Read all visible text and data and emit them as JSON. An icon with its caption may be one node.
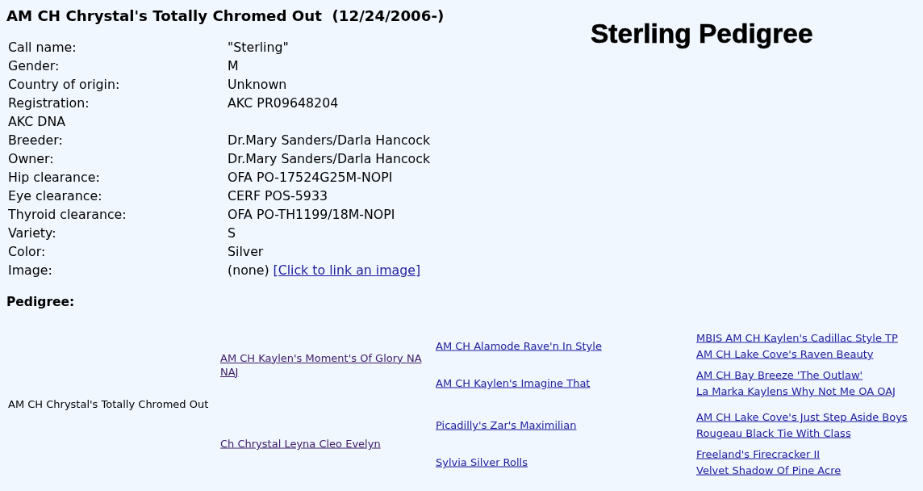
{
  "diagram": {
    "title": "AM CH Chrystal's Totally Chromed Out  (12/24/2006-)",
    "labels": [
      "Sterling Pedigree",
      "Call name:",
      "\"Sterling\"",
      "Gender:",
      "M",
      "Country of origin:",
      "Unknown",
      "Registration:",
      "AKC PR09648204",
      "AKC DNA",
      "Breeder:",
      "Dr.Mary Sanders/Darla Hancock",
      "Owner:",
      "Dr.Mary Sanders/Darla Hancock",
      "Hip clearance:",
      "OFA PO-17524G25M-NOPI",
      "Eye clearance:",
      "CERF POS-5933",
      "Thyroid clearance:",
      "OFA PO-TH1199/18M-NOPI",
      "Variety:",
      "S",
      "Color:",
      "Silver",
      "Image:",
      "(none)",
      "[Click to link an image]",
      "Pedigree:",
      "AM CH Chrystal's Totally Chromed Out",
      "AM CH Kaylen's Moment's Of Glory NA NAJ",
      "AM CH Alamode Rave'n In Style",
      "MBIS AM CH Kaylen's Cadillac Style TP",
      "AM CH Lake Cove's Raven Beauty",
      "AM CH Kaylen's Imagine That",
      "AM CH Bay Breeze 'The Outlaw'",
      "La Marka Kaylens Why Not Me OA OAJ",
      "Ch Chrystal Leyna Cleo Evelyn",
      "Picadilly's Zar's Maximilian",
      "AM CH Lake Cove's Just Step Aside Boys",
      "Rougeau Black Tie With Class",
      "Sylvia Silver Rolls",
      "Freeland's Firecracker II",
      "Velvet Shadow Of Pine Acre"
    ]
  }
}
